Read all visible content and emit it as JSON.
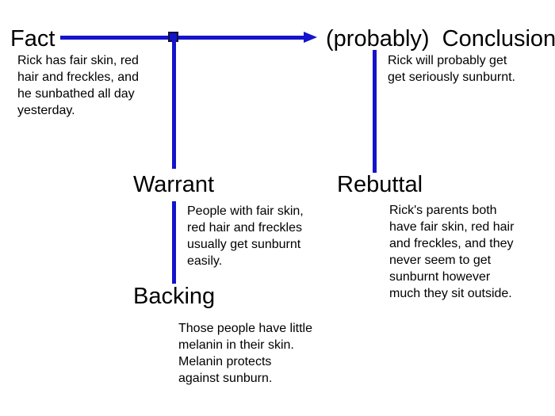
{
  "colors": {
    "connector": "#1414cc",
    "text": "#000000",
    "background": "#ffffff"
  },
  "nodes": {
    "fact": {
      "label": "Fact",
      "body": "Rick has fair skin, red\nhair and freckles, and\nhe sunbathed all day\nyesterday."
    },
    "conclusion": {
      "label": "(probably)  Conclusion",
      "body": "Rick will probably get\nget seriously sunburnt."
    },
    "warrant": {
      "label": "Warrant",
      "body": "People with fair skin,\nred hair and freckles\nusually get sunburnt\neasily."
    },
    "backing": {
      "label": "Backing",
      "body": "Those people have little\nmelanin in their skin.\nMelanin protects\nagainst sunburn."
    },
    "rebuttal": {
      "label": "Rebuttal",
      "body": "Rick's parents both\nhave fair skin, red hair\nand freckles, and they\nnever seem to get\nsunburnt however\nmuch they sit outside."
    }
  }
}
